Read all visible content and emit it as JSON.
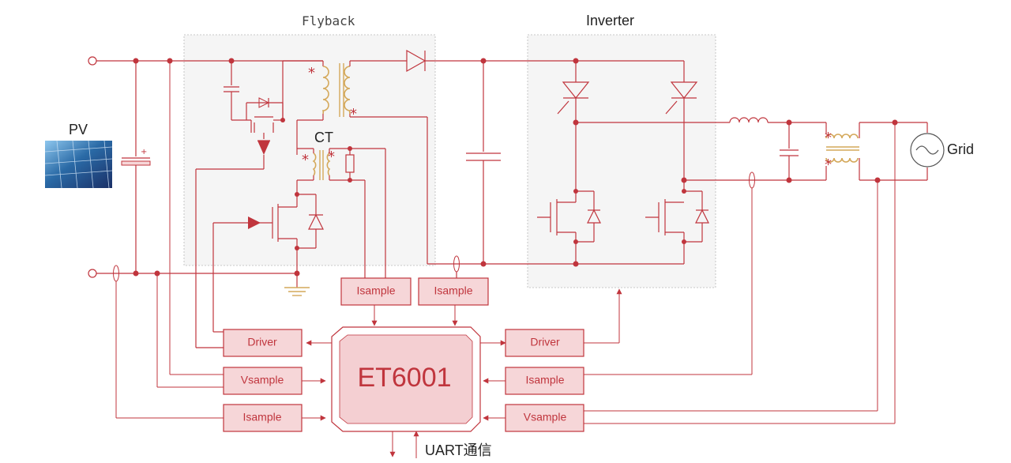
{
  "labels": {
    "flyback": "Flyback",
    "inverter": "Inverter",
    "ct": "CT",
    "pv": "PV",
    "grid": "Grid",
    "chip": "ET6001",
    "uart": "UART通信",
    "star": "*"
  },
  "blocks": {
    "isample_top_left": "Isample",
    "isample_top_right": "Isample",
    "driver_left": "Driver",
    "vsample_left": "Vsample",
    "isample_left": "Isample",
    "driver_right": "Driver",
    "isample_right": "Isample",
    "vsample_right": "Vsample"
  },
  "colors": {
    "wire": "#c0353d",
    "block_fill": "#f6d6d8",
    "chip_fill": "#f4cfd2",
    "region_fill": "#f5f5f5",
    "coil": "#d4a85a"
  }
}
